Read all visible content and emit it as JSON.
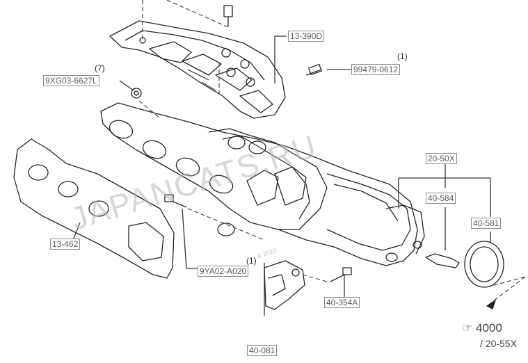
{
  "parts": {
    "heat_shield": "13-390D",
    "bolt_top_right": "99479-0612",
    "bolt_top_right_qty": "(1)",
    "nut": "9XG03-6627L",
    "nut_qty": "(7)",
    "gasket_manifold": "13-462",
    "bolt_left": "9YA02-A020",
    "bolt_left_qty": "(1)",
    "group_top": "20-50X",
    "stud": "40-584",
    "gasket_ring": "40-581",
    "bolt_bottom": "40-354A",
    "bracket": "40-081"
  },
  "reference": {
    "main": "4000",
    "sub": "/ 20-55X"
  },
  "watermark": {
    "site": "JAPANCATS.RU",
    "copyright": "© 2010"
  }
}
